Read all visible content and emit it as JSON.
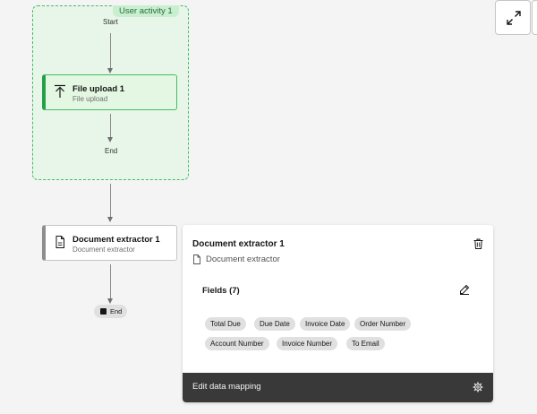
{
  "canvas": {
    "group": {
      "label": "User activity 1",
      "start_label": "Start",
      "end_label": "End"
    },
    "file_upload_task": {
      "title": "File upload 1",
      "subtitle": "File upload",
      "icon": "upload-icon"
    },
    "document_extractor_task": {
      "title": "Document extractor 1",
      "subtitle": "Document extractor",
      "icon": "document-icon"
    },
    "end_node": {
      "label": "End"
    }
  },
  "toolbar": {
    "expand_icon": "maximize-icon"
  },
  "panel": {
    "title": "Document extractor 1",
    "subtitle": "Document extractor",
    "fields_title": "Fields (7)",
    "fields": [
      "Total Due",
      "Due Date",
      "Invoice Date",
      "Order Number",
      "Account Number",
      "Invoice Number",
      "To Email"
    ],
    "footer_label": "Edit data mapping"
  },
  "colors": {
    "accent_green": "#24a148",
    "group_fill": "#e8f5e9",
    "footer_dark": "#393939"
  }
}
